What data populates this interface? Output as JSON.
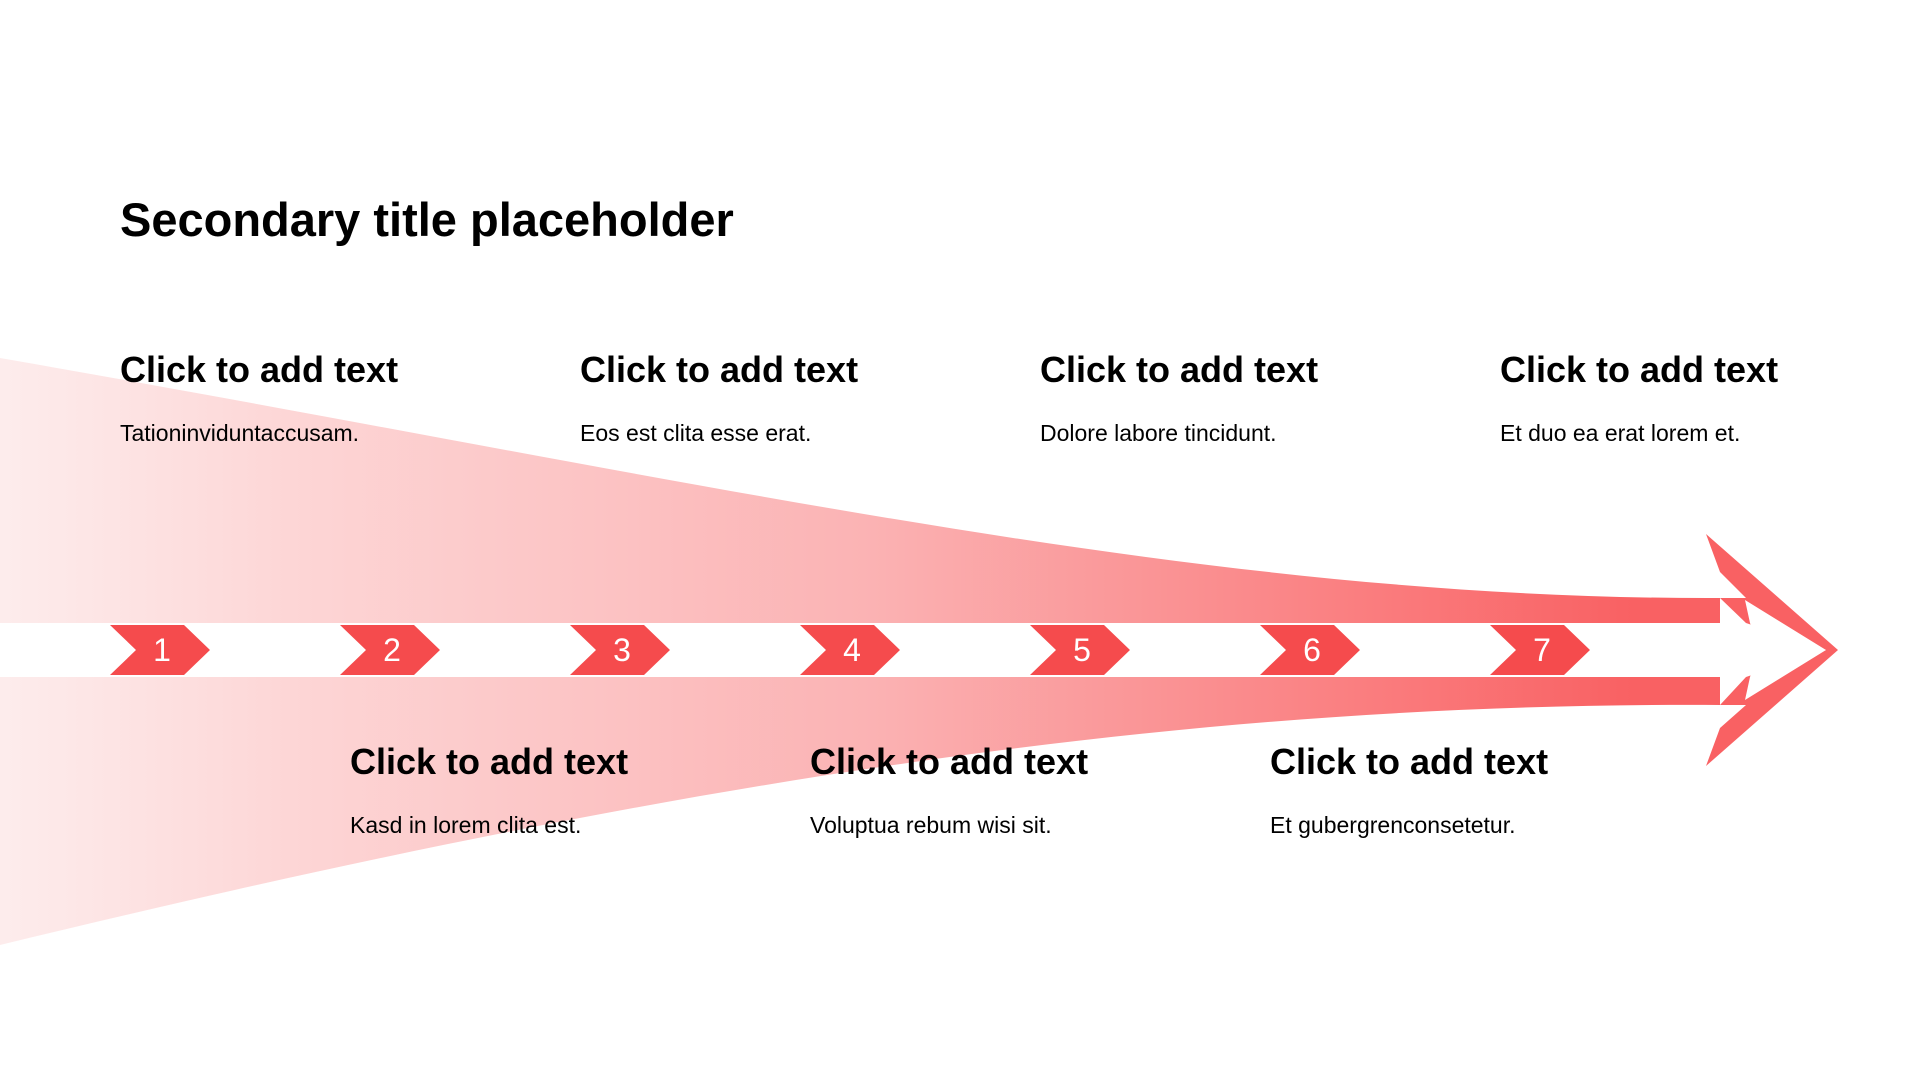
{
  "slide": {
    "title": "Secondary title placeholder",
    "accent_color": "#f54b4d",
    "gradient_start_color": "#fdeaea",
    "gradient_end_color": "#f96163"
  },
  "steps": [
    "1",
    "2",
    "3",
    "4",
    "5",
    "6",
    "7"
  ],
  "cards_top": [
    {
      "heading": "Click to add text",
      "body": "Tationinviduntaccusam."
    },
    {
      "heading": "Click to add text",
      "body": "Eos est clita esse erat."
    },
    {
      "heading": "Click to add text",
      "body": "Dolore labore tincidunt."
    },
    {
      "heading": "Click to add text",
      "body": "Et duo ea erat lorem et."
    }
  ],
  "cards_bottom": [
    {
      "heading": "Click to add text",
      "body": "Kasd in lorem clita est."
    },
    {
      "heading": "Click to add text",
      "body": "Voluptua rebum wisi sit."
    },
    {
      "heading": "Click to add text",
      "body": "Et gubergrenconsetetur."
    }
  ]
}
